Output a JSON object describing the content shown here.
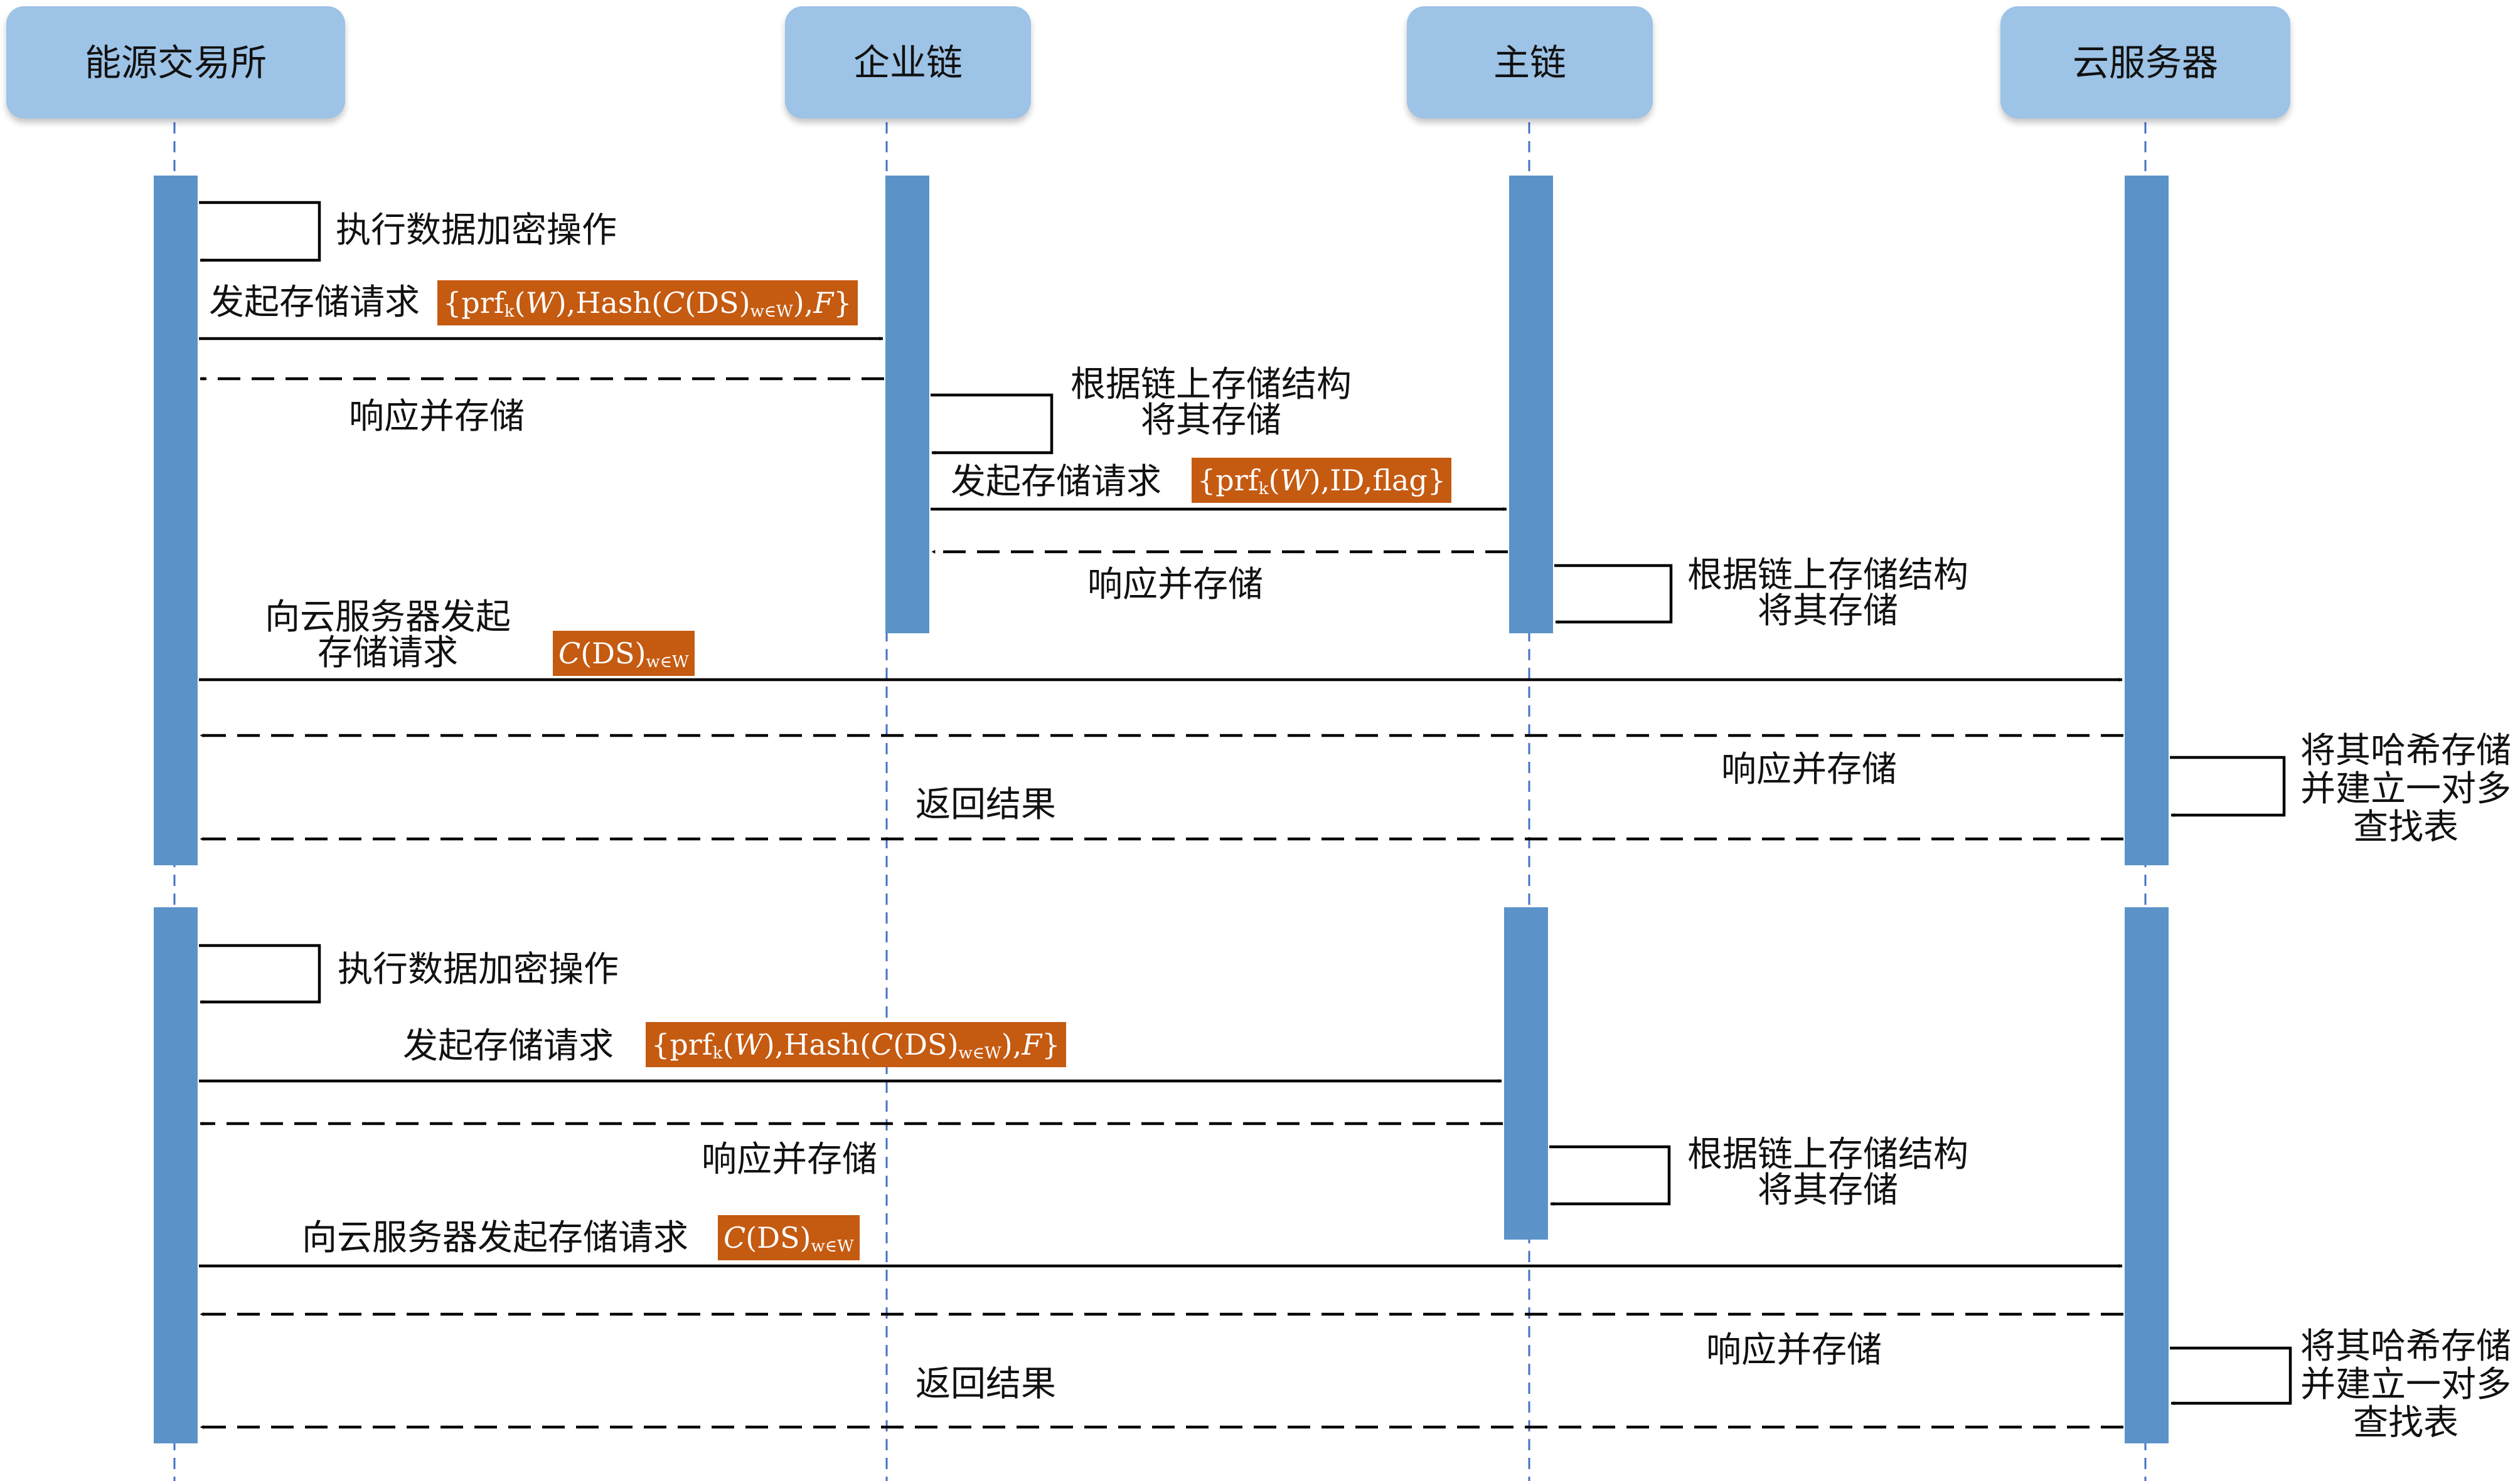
{
  "participants": [
    {
      "id": "exchange",
      "label": "能源交易所"
    },
    {
      "id": "enterprise",
      "label": "企业链"
    },
    {
      "id": "main",
      "label": "主链"
    },
    {
      "id": "cloud",
      "label": "云服务器"
    }
  ],
  "phase1": {
    "encrypt": "执行数据加密操作",
    "send_request": "发起存储请求",
    "payload1": {
      "a": "{prf",
      "sub1": "k",
      "b": "(",
      "W": "W",
      "c": "),Hash(",
      "C": "C",
      "d": "(DS)",
      "sub2": "w∈W",
      "e": "),",
      "F": "F",
      "f": "}"
    },
    "ack_store": "响应并存储",
    "store_by_structure_1": "根据链上存储结构",
    "store_by_structure_2": "将其存储",
    "send_request_2": "发起存储请求",
    "payload2": {
      "a": "{prf",
      "sub1": "k",
      "b": "(",
      "W": "W",
      "c": "),ID,flag}"
    },
    "ack_store_2": "响应并存储",
    "main_store_1": "根据链上存储结构",
    "main_store_2": "将其存储",
    "cloud_req_1": "向云服务器发起",
    "cloud_req_2": "存储请求",
    "payload3": {
      "C": "C",
      "d": "(DS)",
      "sub": "w∈W"
    },
    "cloud_ack": "响应并存储",
    "hash_store_1": "将其哈希存储",
    "hash_store_2": "并建立一对多",
    "hash_store_3": "查找表",
    "return_result": "返回结果"
  },
  "phase2": {
    "encrypt": "执行数据加密操作",
    "send_request": "发起存储请求",
    "payload1": {
      "a": "{prf",
      "sub1": "k",
      "b": "(",
      "W": "W",
      "c": "),Hash(",
      "C": "C",
      "d": "(DS)",
      "sub2": "w∈W",
      "e": "),",
      "F": "F",
      "f": "}"
    },
    "ack_store": "响应并存储",
    "main_store_1": "根据链上存储结构",
    "main_store_2": "将其存储",
    "cloud_req": "向云服务器发起存储请求",
    "payload3": {
      "C": "C",
      "d": "(DS)",
      "sub": "w∈W"
    },
    "cloud_ack": "响应并存储",
    "hash_store_1": "将其哈希存储",
    "hash_store_2": "并建立一对多",
    "hash_store_3": "查找表",
    "return_result": "返回结果"
  },
  "colors": {
    "header": "#9dc3e6",
    "activation": "#5b93c9",
    "lifeline": "#4472c4",
    "tag": "#c55a11"
  }
}
